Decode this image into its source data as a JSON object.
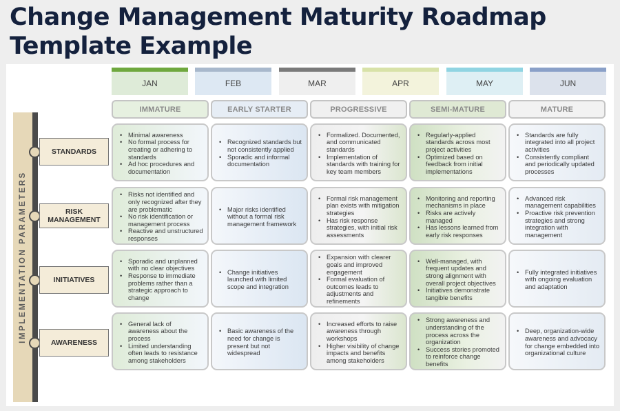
{
  "title": "Change Management Maturity Roadmap Template Example",
  "side_label": "IMPLEMENTATION PARAMETERS",
  "months": [
    {
      "label": "JAN",
      "bar": "#6fa83e",
      "bg": "#deebd8"
    },
    {
      "label": "FEB",
      "bar": "#a8b8cc",
      "bg": "#dde8f3"
    },
    {
      "label": "MAR",
      "bar": "#7a7a7a",
      "bg": "#efefef"
    },
    {
      "label": "APR",
      "bar": "#d8e2a8",
      "bg": "#f3f3dc"
    },
    {
      "label": "MAY",
      "bar": "#90d4e2",
      "bg": "#deeff4"
    },
    {
      "label": "JUN",
      "bar": "#8aa0c8",
      "bg": "#dce2ec"
    }
  ],
  "stages": [
    {
      "label": "IMMATURE",
      "bg": "#e6f0e0"
    },
    {
      "label": "EARLY STARTER",
      "bg": "#e6edf5"
    },
    {
      "label": "PROGRESSIVE",
      "bg": "#f0f0f0"
    },
    {
      "label": "SEMI-MATURE",
      "bg": "#dfe9d4"
    },
    {
      "label": "MATURE",
      "bg": "#f2f2f2"
    }
  ],
  "cell_gradients": [
    "linear-gradient(90deg, #dfecd9 0%, #f2f6fb 100%)",
    "linear-gradient(90deg, #f4f7fb 0%, #dbe6f2 100%)",
    "linear-gradient(90deg, #eeeeee 0%, #f4f4f4 55%, #dbe6cf 100%)",
    "linear-gradient(90deg, #cfe0c3 0%, #eaf1e2 60%, #f2f2f2 100%)",
    "linear-gradient(90deg, #f6f8fb 0%, #e4ebf3 100%)"
  ],
  "rows": [
    {
      "label": "STANDARDS",
      "cells": [
        [
          "Minimal awareness",
          "No formal process for creating or adhering to standards",
          "Ad hoc procedures and documentation"
        ],
        [
          "Recognized standards but not consistently applied",
          "Sporadic and informal documentation"
        ],
        [
          "Formalized. Documented, and communicated standards",
          "Implementation of standards with training for key team members"
        ],
        [
          "Regularly-applied standards across most project activities",
          "Optimized based on feedback from initial implementations"
        ],
        [
          "Standards are fully integrated into all project activities",
          "Consistently compliant and periodically updated processes"
        ]
      ]
    },
    {
      "label": "RISK MANAGEMENT",
      "cells": [
        [
          "Risks not identified and only recognized after they are problematic",
          "No risk identification or management process",
          "Reactive and unstructured responses"
        ],
        [
          "Major risks identified without a formal risk management framework"
        ],
        [
          "Formal risk management plan exists with mitigation strategies",
          "Has risk response strategies, with initial risk assessments"
        ],
        [
          "Monitoring and reporting mechanisms in place",
          "Risks are actively managed",
          "Has lessons learned from early risk responses"
        ],
        [
          "Advanced risk management capabilities",
          "Proactive risk prevention strategies and strong integration with management"
        ]
      ]
    },
    {
      "label": "INITIATIVES",
      "cells": [
        [
          "Sporadic and unplanned with no clear objectives",
          "Response to immediate problems rather than a strategic approach to change"
        ],
        [
          "Change initiatives launched with limited scope and integration"
        ],
        [
          "Expansion with clearer goals and improved engagement",
          "Formal evaluation of outcomes leads to adjustments and refinements"
        ],
        [
          "Well-managed, with frequent updates and strong alignment with overall project objectives",
          "Initiatives demonstrate tangible benefits"
        ],
        [
          "Fully integrated initiatives with ongoing evaluation and adaptation"
        ]
      ]
    },
    {
      "label": "AWARENESS",
      "cells": [
        [
          "General lack of awareness about the process",
          "Limited understanding often leads to resistance among stakeholders"
        ],
        [
          "Basic awareness of the need for change is present but not widespread"
        ],
        [
          "Increased efforts to raise awareness through workshops",
          "Higher visibility of change impacts and benefits among stakeholders"
        ],
        [
          "Strong awareness and understanding of the process across the organization",
          "Success stories promoted to reinforce change benefits"
        ],
        [
          "Deep, organization-wide awareness and advocacy for change embedded into organizational culture"
        ]
      ]
    }
  ]
}
